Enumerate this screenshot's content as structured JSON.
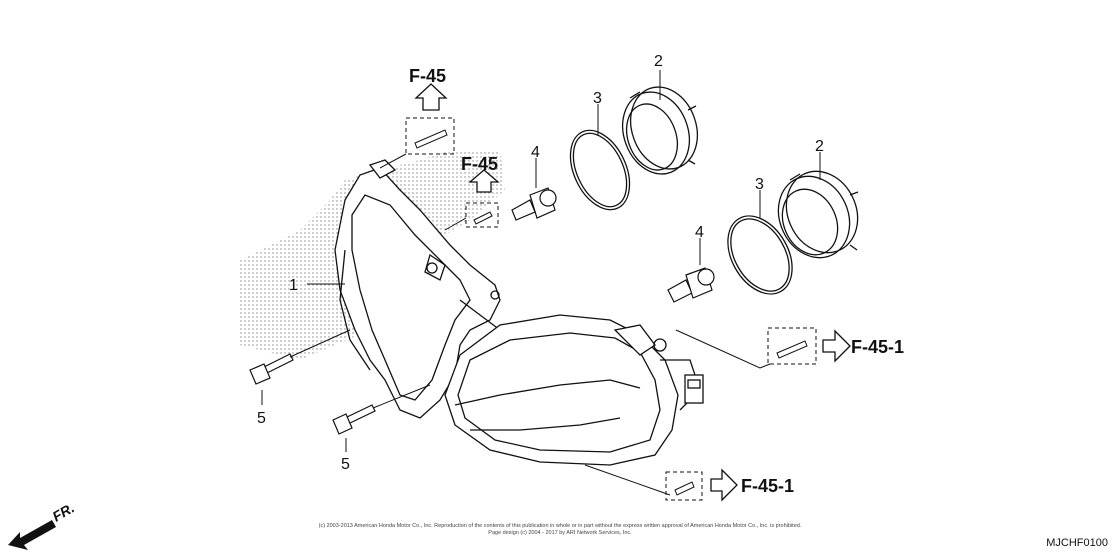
{
  "callouts": {
    "part_1": "1",
    "part_2_a": "2",
    "part_2_b": "2",
    "part_3_a": "3",
    "part_3_b": "3",
    "part_4_a": "4",
    "part_4_b": "4",
    "part_5_a": "5",
    "part_5_b": "5"
  },
  "references": {
    "f45_top": "F-45",
    "f45_mid": "F-45",
    "f451_right": "F-45-1",
    "f451_bottom": "F-45-1"
  },
  "direction_label": "FR.",
  "copyright_line_1": "(c) 2003-2013 American Honda Motor Co., Inc. Reproduction of the contents of this publication in whole or in part without the express written approval of American Honda Motor Co., Inc. is prohibited.",
  "copyright_line_2": "Page design (c) 2004 - 2017 by ARI Network Services, Inc.",
  "figure_code": "MJCHF0100"
}
